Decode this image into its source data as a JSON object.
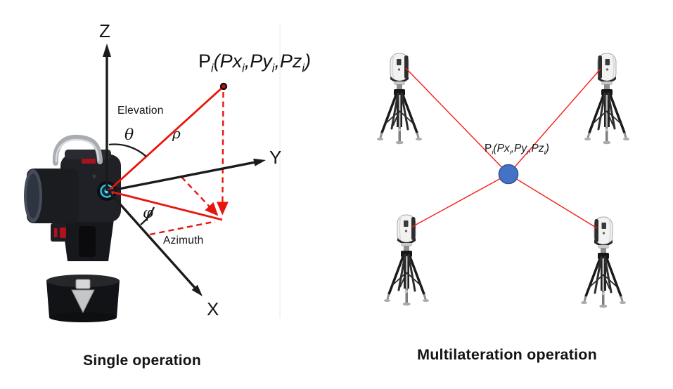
{
  "left_panel": {
    "caption": "Single operation",
    "axis_labels": {
      "z": "Z",
      "y": "Y",
      "x": "X"
    },
    "labels": {
      "elevation": "Elevation",
      "azimuth": "Azimuth",
      "theta": "θ",
      "rho": "ρ",
      "phi": "φ"
    }
  },
  "right_panel": {
    "caption": "Multilateration operation"
  },
  "point_label": [
    {
      "t": "P"
    },
    {
      "t": "i",
      "sub": true,
      "i": true
    },
    {
      "t": "(Px",
      "i": true
    },
    {
      "t": "i",
      "sub": true,
      "i": true
    },
    {
      "t": ",Py",
      "i": true
    },
    {
      "t": "i",
      "sub": true,
      "i": true
    },
    {
      "t": ",Pz",
      "i": true
    },
    {
      "t": "i",
      "sub": true,
      "i": true
    },
    {
      "t": ")",
      "i": true
    }
  ],
  "colors": {
    "axis": "#1b1b1b",
    "red": "#e8150d",
    "red_thin": "#f81b12",
    "blue_fill": "#4472c4",
    "blue_stroke": "#2f5597",
    "text": "#141414"
  }
}
